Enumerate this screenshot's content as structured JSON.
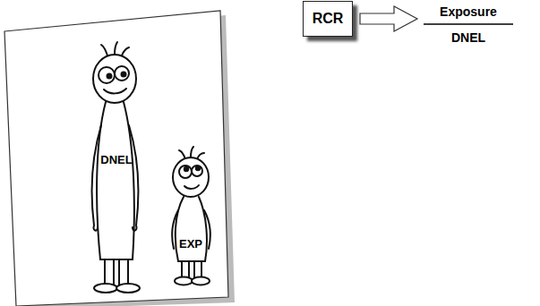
{
  "diagram": {
    "nodes": [
      {
        "text": [
          "RCR"
        ]
      }
    ],
    "labels": [
      "DNEL",
      "EXP",
      "Exposure",
      "DNEL"
    ]
  }
}
